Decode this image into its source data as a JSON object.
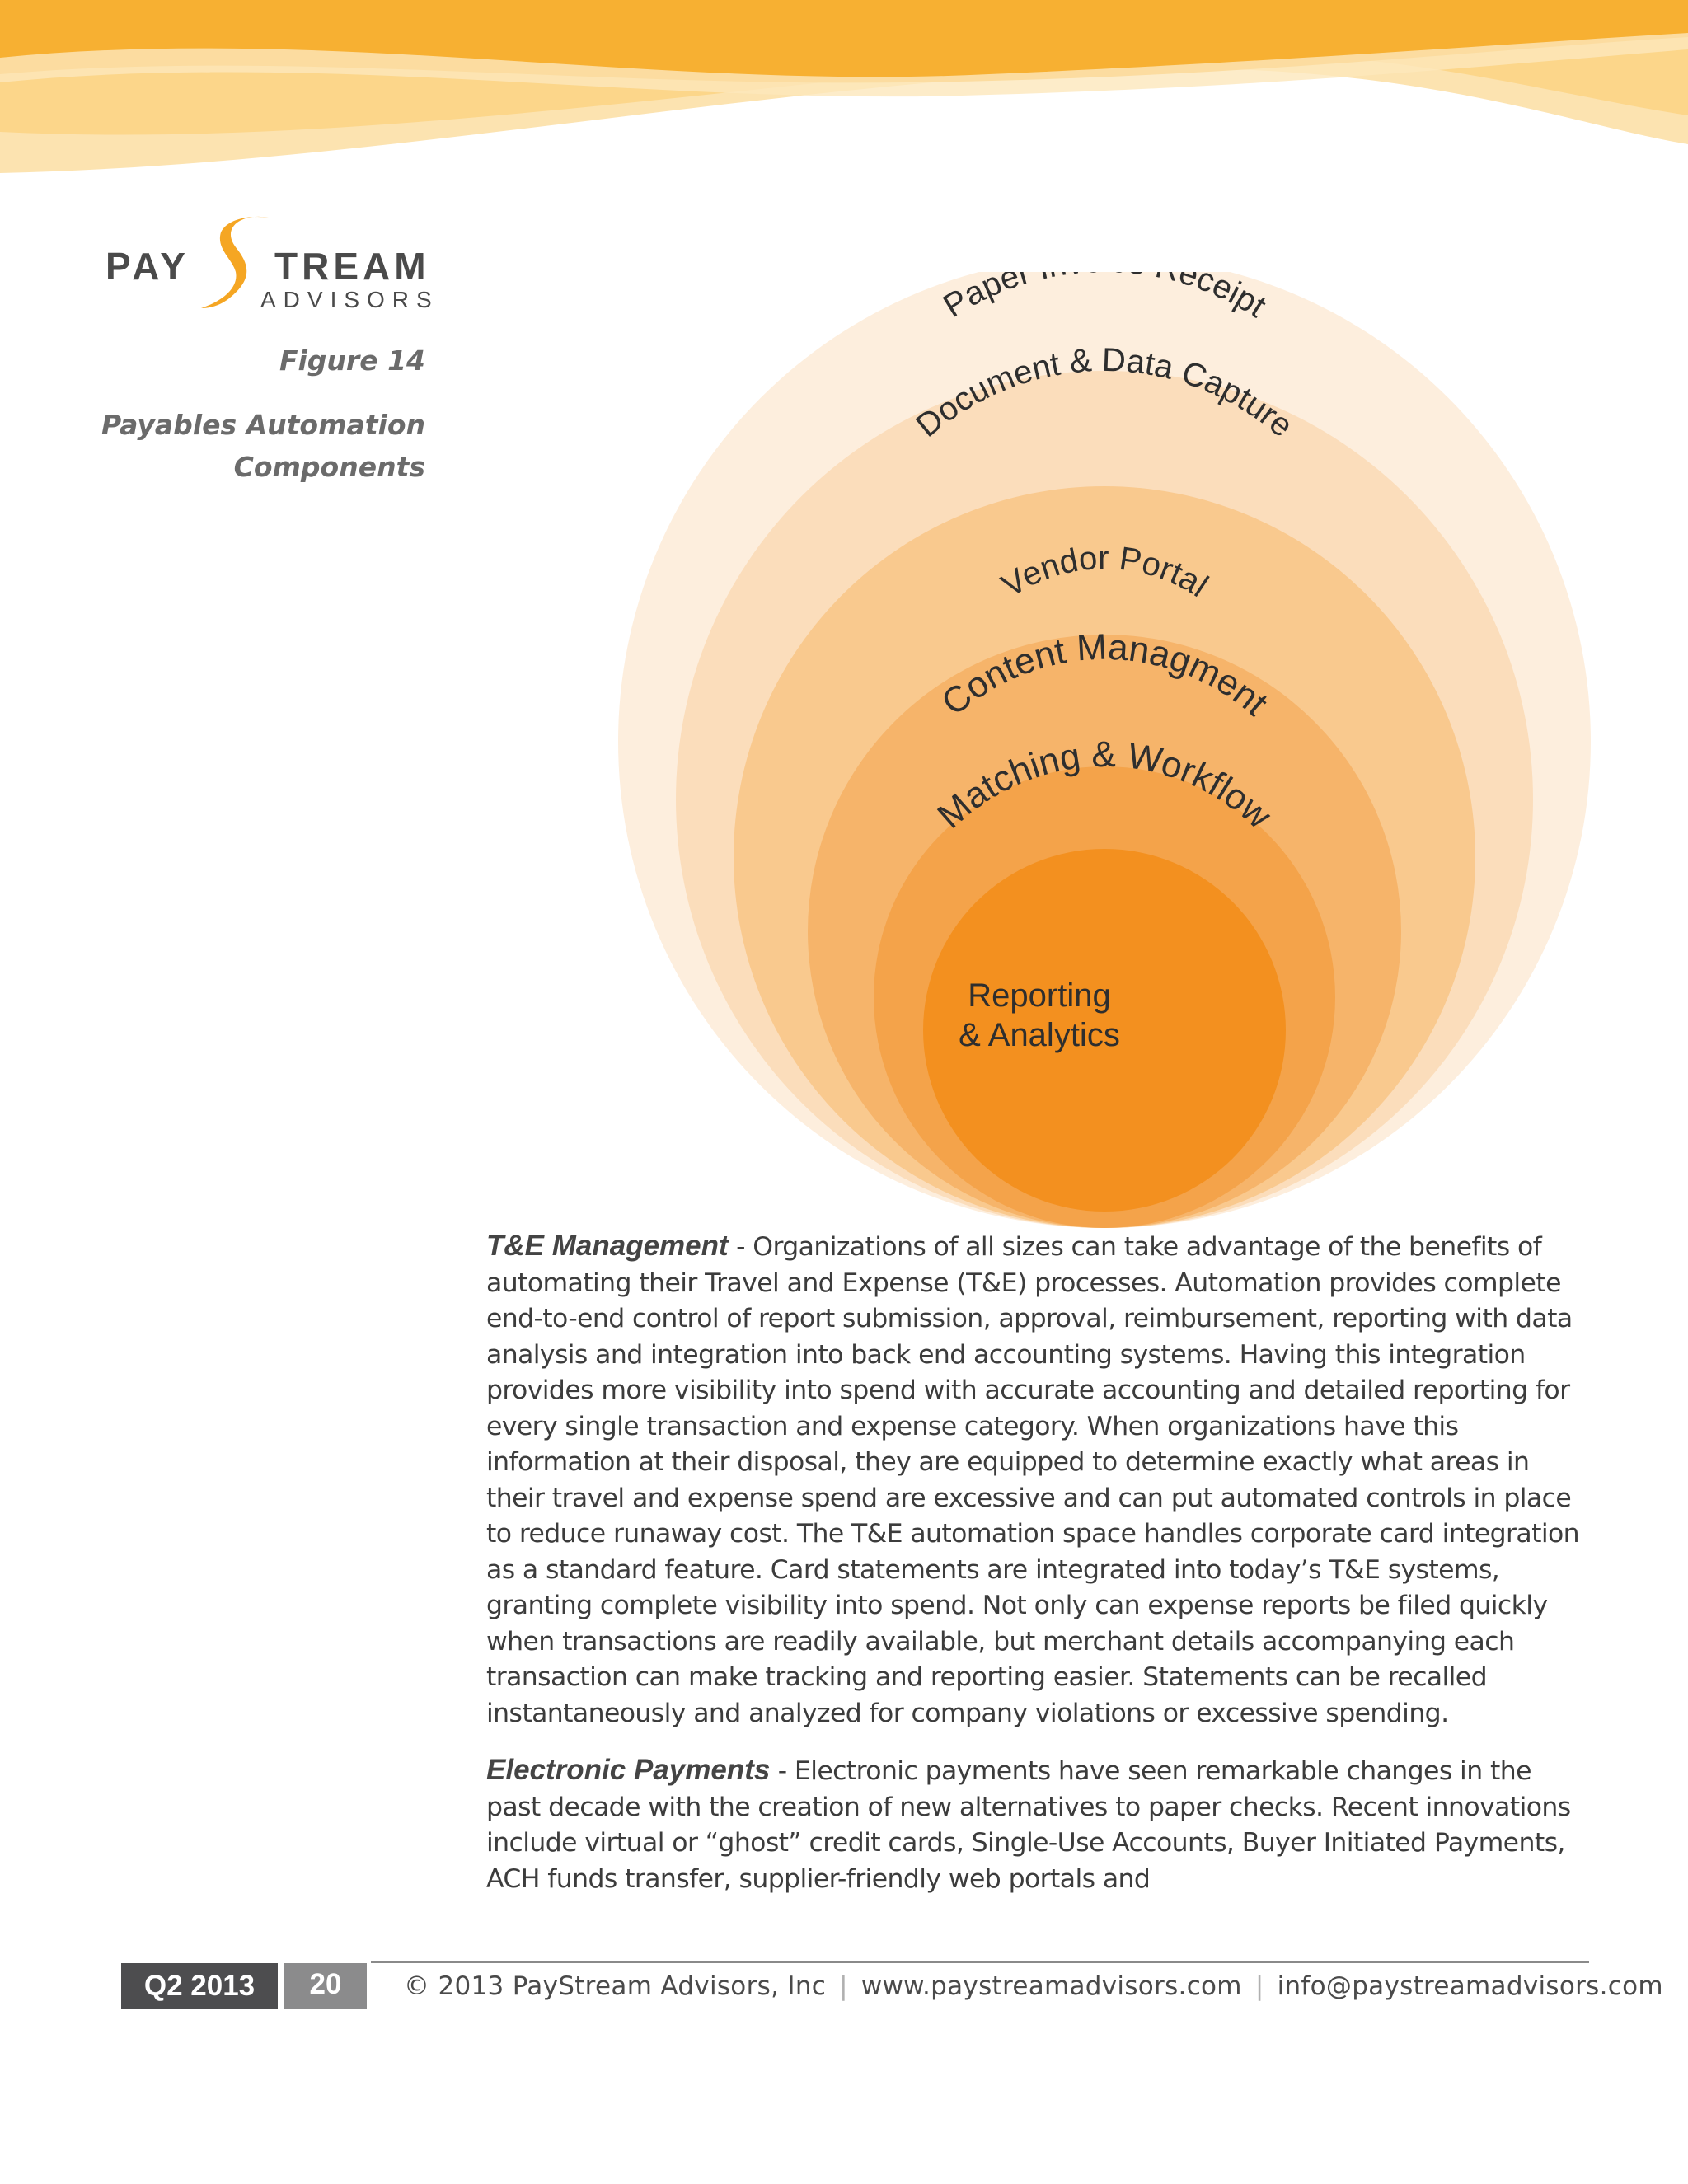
{
  "colors": {
    "banner_dark": "#F7B032",
    "banner_light": "#FCD68A",
    "ring_outer": "#FDEEDD",
    "ring_2": "#FBDDBB",
    "ring_3": "#F9C98E",
    "ring_4": "#F6B46A",
    "ring_5": "#F4A34A",
    "ring_core": "#F3901F",
    "logo_swoosh": "#F5A623"
  },
  "logo": {
    "pay": "PAY",
    "tream": "TREAM",
    "advisors": "ADVISORS"
  },
  "figure": {
    "number": "Figure 14",
    "title": "Payables Automation Components"
  },
  "diagram": {
    "rings": [
      "Paper Invoice Receipt",
      "Document & Data Capture",
      "Vendor Portal",
      "Content Managment",
      "Matching & Workflow"
    ],
    "core_line1": "Reporting",
    "core_line2": "& Analytics"
  },
  "body": {
    "te_heading": "T&E Management",
    "te_text": " - Organizations of all sizes can take advantage of the benefits of automating their Travel and Expense (T&E) processes. Automation provides complete end-to-end control of report submission, approval, reimbursement, reporting with data analysis and integration into back end accounting systems. Having this integration provides more visibility into spend with accurate accounting and detailed reporting for every single transaction and expense category. When organizations have this information at their disposal, they are equipped to determine exactly what areas in their travel and expense spend are excessive and can put automated controls in place to reduce runaway cost.  The T&E automation space handles corporate card integration as a standard feature. Card statements are integrated into today’s T&E systems, granting complete visibility into spend. Not only can expense reports be filed quickly when transactions are readily available, but merchant details accompanying each transaction can make tracking and reporting easier. Statements can be recalled instantaneously and analyzed for company violations or excessive spending.",
    "ep_heading": "Electronic Payments",
    "ep_text": " - Electronic payments have seen remarkable changes in the past decade with the creation of new alternatives to paper checks. Recent innovations include virtual or “ghost” credit cards, Single-Use Accounts, Buyer Initiated Payments, ACH funds transfer, supplier-friendly web portals and"
  },
  "footer": {
    "quarter": "Q2 2013",
    "page": "20",
    "copyright": "© 2013 PayStream Advisors, Inc",
    "website": "www.paystreamadvisors.com",
    "email": "info@paystreamadvisors.com"
  }
}
